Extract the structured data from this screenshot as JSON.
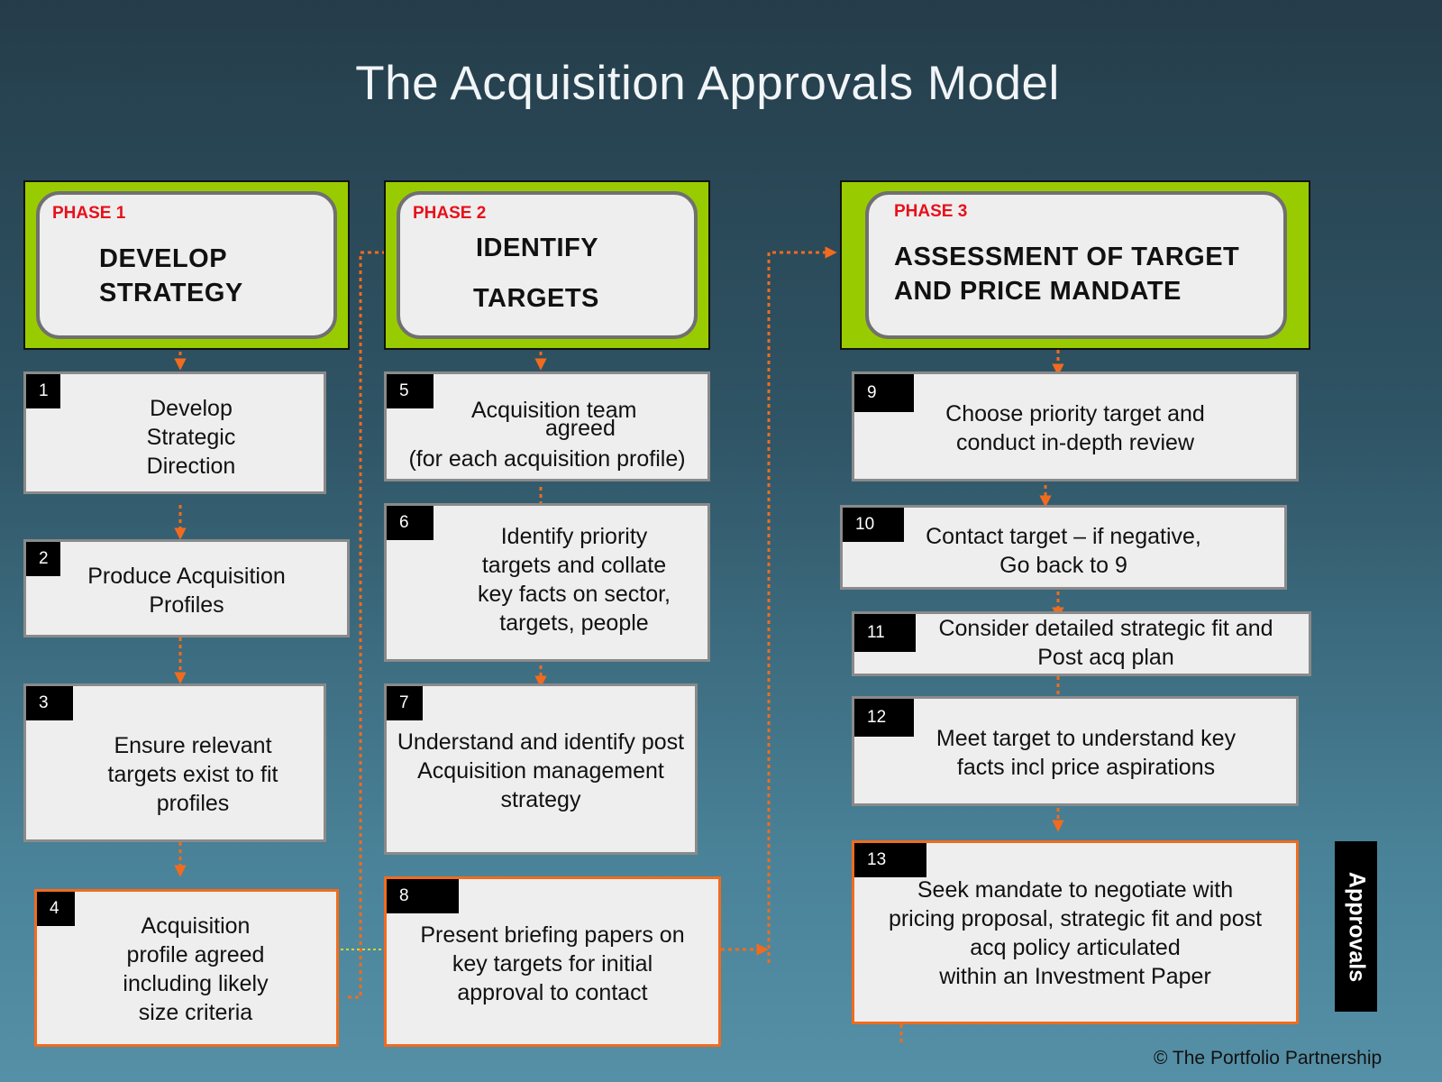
{
  "title": "The Acquisition Approvals Model",
  "phases": [
    {
      "label": "PHASE 1",
      "name": "DEVELOP\nSTRATEGY"
    },
    {
      "label": "PHASE 2",
      "name_line1": "IDENTIFY",
      "name_line2": "TARGETS"
    },
    {
      "label": "PHASE 3",
      "name": "ASSESSMENT OF TARGET\nAND PRICE MANDATE"
    }
  ],
  "steps": [
    {
      "num": "1",
      "text": "Develop\nStrategic\nDirection"
    },
    {
      "num": "2",
      "text": "Produce Acquisition\nProfiles"
    },
    {
      "num": "3",
      "text": "Ensure relevant\ntargets exist to fit\nprofiles"
    },
    {
      "num": "4",
      "text": "Acquisition\nprofile agreed\nincluding likely\nsize criteria"
    },
    {
      "num": "5",
      "text_line1": "Acquisition team",
      "text_line2": "agreed",
      "text_line3": "(for each acquisition profile)"
    },
    {
      "num": "6",
      "text": "Identify priority\ntargets and collate\nkey facts on sector,\ntargets, people"
    },
    {
      "num": "7",
      "text": "Understand and identify post\nAcquisition management\nstrategy"
    },
    {
      "num": "8",
      "text": "Present briefing papers on\nkey targets for initial\napproval to contact"
    },
    {
      "num": "9",
      "text": "Choose priority target and\nconduct in-depth review"
    },
    {
      "num": "10",
      "text": "Contact target – if negative,\nGo back to 9"
    },
    {
      "num": "11",
      "text": "Consider detailed strategic fit and\nPost acq plan"
    },
    {
      "num": "12",
      "text": "Meet target to understand key\nfacts incl price aspirations"
    },
    {
      "num": "13",
      "text": "Seek mandate to negotiate with\npricing proposal, strategic fit and post\nacq policy articulated\nwithin an Investment Paper"
    }
  ],
  "approvals_label": "Approvals",
  "copyright": "©  The Portfolio Partnership",
  "colors": {
    "phase_green": "#99cc00",
    "phase_label_red": "#e8101a",
    "connector_orange": "#f26b1d",
    "connector_yellow": "#d8d238"
  }
}
